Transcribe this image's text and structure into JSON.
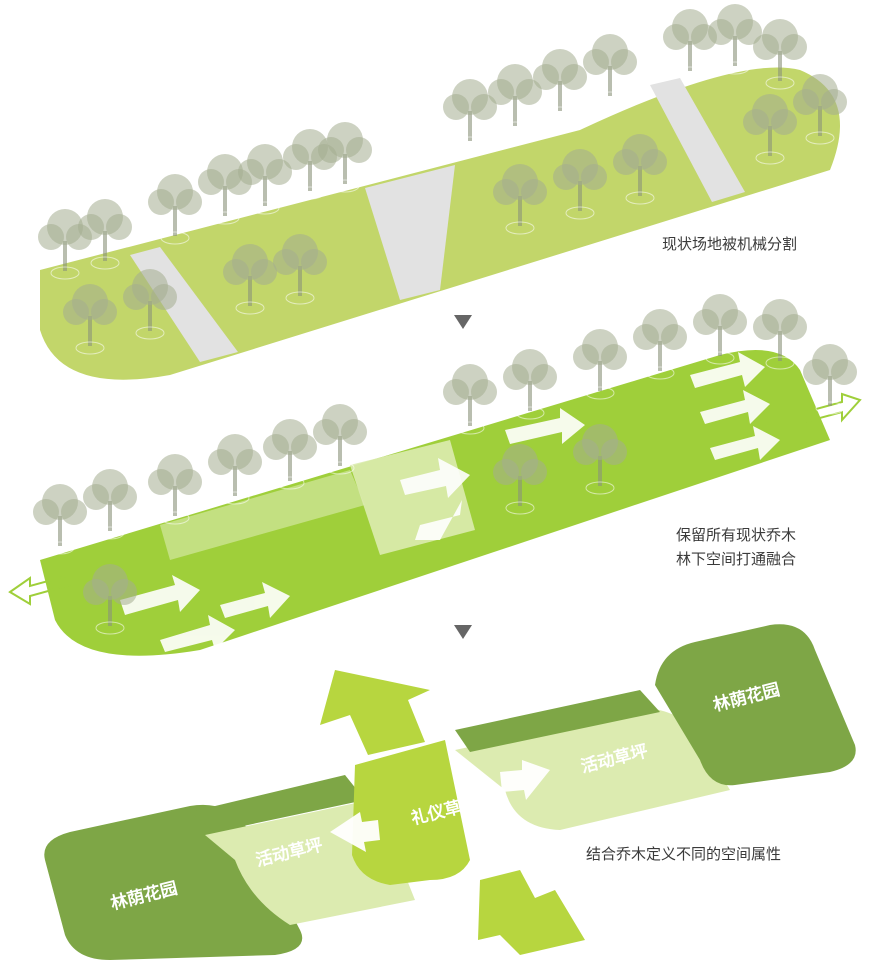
{
  "captions": {
    "stage1": "现状场地被机械分割",
    "stage2_line1": "保留所有现状乔木",
    "stage2_line2": "林下空间打通融合",
    "stage3": "结合乔木定义不同的空间属性"
  },
  "zones": {
    "shade_garden_left": "林荫花园",
    "shade_garden_right": "林荫花园",
    "lawn_left": "活动草坪",
    "lawn_right": "活动草坪",
    "ceremony_lawn": "礼仪草坪"
  },
  "colors": {
    "pale_grass": "#c2d66a",
    "bright_green": "#9fcf3a",
    "light_band": "#dcebb0",
    "dark_green": "#7ea646",
    "mid_green": "#a9c857",
    "ceremony": "#b7d63f",
    "road": "#e2e2e2",
    "tree": "#a4ad90",
    "arrow": "#6f6f6f"
  }
}
